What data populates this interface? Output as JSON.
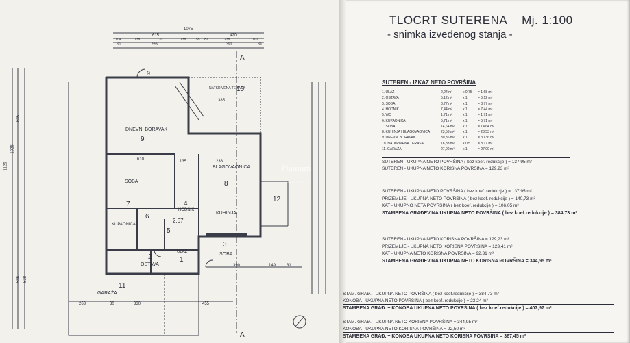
{
  "header": {
    "title": "TLOCRT SUTERENA",
    "scale": "Mj. 1:100",
    "subtitle": "- snimka izvedenog stanja -"
  },
  "table": {
    "heading": "SUTEREN - IZKAZ NETO POVRŠINA",
    "rows": [
      {
        "name": "1. ULAZ",
        "area": "2,24 m²",
        "coef": "x 0,75",
        "net": "= 1,68 m²"
      },
      {
        "name": "2. OSTAVA",
        "area": "5,12 m²",
        "coef": "x 1",
        "net": "= 5,12 m²"
      },
      {
        "name": "3. SOBA",
        "area": "8,77 m²",
        "coef": "x 1",
        "net": "= 8,77 m²"
      },
      {
        "name": "4. HODNIK",
        "area": "7,44 m²",
        "coef": "x 1",
        "net": "= 7,44 m²"
      },
      {
        "name": "5. WC",
        "area": "1,71 m²",
        "coef": "x 1",
        "net": "= 1,71 m²"
      },
      {
        "name": "6. KUPAONICA",
        "area": "5,71 m²",
        "coef": "x 1",
        "net": "= 5,71 m²"
      },
      {
        "name": "7. SOBA",
        "area": "14,64 m²",
        "coef": "x 1",
        "net": "= 14,64 m²"
      },
      {
        "name": "8. KUHINJA I BLAGOVAONICA",
        "area": "23,53 m²",
        "coef": "x 1",
        "net": "= 23,53 m²"
      },
      {
        "name": "9. DNEVNI BORAVAK",
        "area": "30,36 m²",
        "coef": "x 1",
        "net": "= 30,36 m²"
      },
      {
        "name": "10. NATKRIVENA TERASA",
        "area": "16,33 m²",
        "coef": "x 0,5",
        "net": "= 8,17 m²"
      },
      {
        "name": "11. GARAŽA",
        "area": "27,00 m²",
        "coef": "x 1",
        "net": "= 27,00 m²"
      }
    ],
    "total_neto": "SUTEREN - UKUPNA NETO POVRŠINA  ( bez koef. redukcije )  = 137,95 m²",
    "total_korisna": "SUTEREN - UKUPNA  NETO KORISNA POVRŠINA  = 129,23 m²"
  },
  "summary1": {
    "l1": "SUTEREN - UKUPNA NETO POVRŠINA  ( bez koef. redukcije ) = 137,95  m²",
    "l2": "PRIZEMLJE - UKUPNA NETO POVRŠINA  ( bez koef. redukcije ) = 140,73  m²",
    "l3": "KAT - UKUPNO NETA POVRŠINA  ( bez koef. redukcije ) = 106,05  m²",
    "total": "STAMBENA GRAĐEVINA UKUPNA NETO POVRŠINA ( bez koef.redukcije ) = 384,73 m²"
  },
  "summary2": {
    "l1": "SUTEREN - UKUPNA NETO KORISNA POVRŠINA  = 129,23  m²",
    "l2": "PRIZEMLJE - UKUPNA NETO KORISNA POVRŠINA  = 123,41  m²",
    "l3": "KAT - UKUPNA NETO KORISNA POVRŠINA  = 92,31  m²",
    "total": "STAMBENA GRAĐEVINA UKUPNA NETO KORISNA POVRŠINA = 344,95 m²"
  },
  "summary3": {
    "l1": "STAM. GRAĐ. - UKUPNA NETO POVRŠINA  ( bez koef.redukcije ) = 384,73  m²",
    "l2": "KONOBA - UKUPNA NETO POVRŠINA  ( bez koef. redukcije ) = 23,24  m²",
    "total": "STAMBENA GRAĐ. + KONOBA UKUPNA NETO POVRŠINA ( bez koef.redukcije ) = 407,97 m²"
  },
  "summary4": {
    "l1": "STAM. GRAĐ. - UKUPNA NETO KORISNA POVRŠINA  = 344,95  m²",
    "l2": "KONOBA - UKUPNA NETO KORISNA POVRŠINA  = 22,50  m²",
    "total": "STAMBENA GRAĐ. + KONOBA UKUPNA NETO KORISNA POVRŠINA = 367,45 m²"
  },
  "plan": {
    "rooms": {
      "r9_name": "DNEVNI BORAVAK",
      "r9_num": "9",
      "r7_name": "SOBA",
      "r7_num": "7",
      "r8_name": "BLAGOVAONICA",
      "r8_num": "8",
      "r8_name2": "KUHINJA",
      "r10_name": "NATKRIVENA TERASA",
      "r10_num": "10",
      "r4_name": "HODNIK",
      "r4_num": "4",
      "r4_val": "2,67",
      "r6_name": "KUPAONICA",
      "r6_num": "6",
      "r5_num": "5",
      "r2_name": "OSTAVA",
      "r2_num": "2",
      "r1_name": "ULAZ",
      "r1_num": "1",
      "r3_name": "SOBA",
      "r3_num": "3",
      "r11_name": "GARAŽA",
      "r11_num": "11",
      "r12_num": "12"
    },
    "section_mark": "A",
    "dims_top": [
      "1075",
      "615",
      "420",
      "114",
      "138",
      "170",
      "138",
      "55",
      "82",
      "238",
      "100",
      "30",
      "555",
      "390",
      "30"
    ],
    "dims_bottom": [
      "263",
      "30",
      "330",
      "455"
    ],
    "dims_inner": [
      "610",
      "135",
      "238",
      "385",
      "390",
      "149",
      "31"
    ],
    "dims_left": [
      "1126",
      "1025",
      "605",
      "586",
      "538"
    ]
  },
  "watermark": {
    "brand": "Plainum",
    "tagline": "REAL ESTATE"
  }
}
